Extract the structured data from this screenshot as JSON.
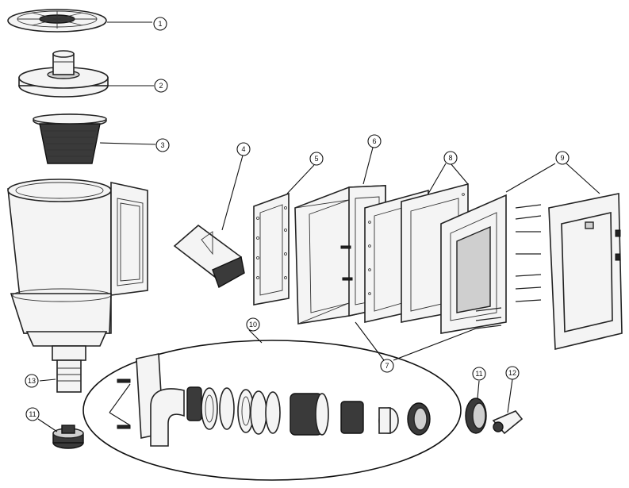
{
  "callouts": [
    {
      "id": "c1",
      "label": "1"
    },
    {
      "id": "c2",
      "label": "2"
    },
    {
      "id": "c3",
      "label": "3"
    },
    {
      "id": "c4",
      "label": "4"
    },
    {
      "id": "c5",
      "label": "5"
    },
    {
      "id": "c6",
      "label": "6"
    },
    {
      "id": "c7",
      "label": "7"
    },
    {
      "id": "c8",
      "label": "8"
    },
    {
      "id": "c9",
      "label": "9"
    },
    {
      "id": "c10",
      "label": "10"
    },
    {
      "id": "c11a",
      "label": "11"
    },
    {
      "id": "c11b",
      "label": "11"
    },
    {
      "id": "c12",
      "label": "12"
    },
    {
      "id": "c13",
      "label": "13"
    }
  ]
}
